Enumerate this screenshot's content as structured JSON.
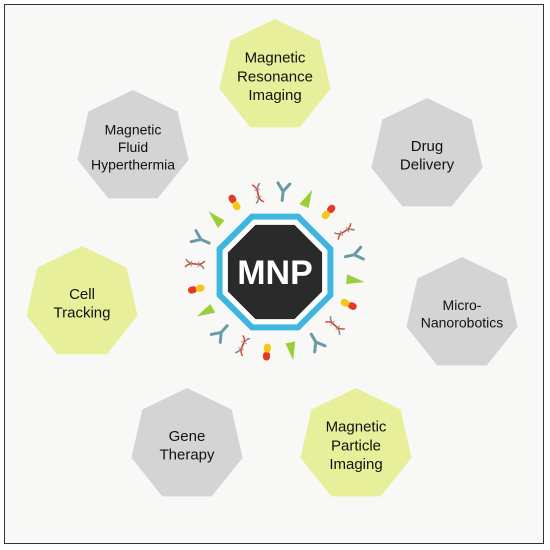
{
  "center": {
    "label": "MNP"
  },
  "colors": {
    "highlight": "#e8ef9a",
    "neutral": "#d4d4d4",
    "core": "#2a2a2a",
    "ring": "#3fb6e0",
    "antibody": "#6a9aa8",
    "leaf": "#9bcf3a",
    "capsule_red": "#e53922",
    "capsule_yellow": "#f5c518"
  },
  "applications": [
    {
      "id": "mri",
      "lines": [
        "Magnetic",
        "Resonance",
        "Imaging"
      ],
      "highlight": true
    },
    {
      "id": "drug-delivery",
      "lines": [
        "Drug",
        "Delivery"
      ],
      "highlight": false
    },
    {
      "id": "micro-nanorobotics",
      "lines": [
        "Micro-",
        "Nanorobotics"
      ],
      "highlight": false
    },
    {
      "id": "mpi",
      "lines": [
        "Magnetic",
        "Particle",
        "Imaging"
      ],
      "highlight": true
    },
    {
      "id": "gene-therapy",
      "lines": [
        "Gene",
        "Therapy"
      ],
      "highlight": false
    },
    {
      "id": "cell-tracking",
      "lines": [
        "Cell",
        "Tracking"
      ],
      "highlight": true
    },
    {
      "id": "hyperthermia",
      "lines": [
        "Magnetic",
        "Fluid",
        "Hyperthermia"
      ],
      "highlight": false
    }
  ]
}
